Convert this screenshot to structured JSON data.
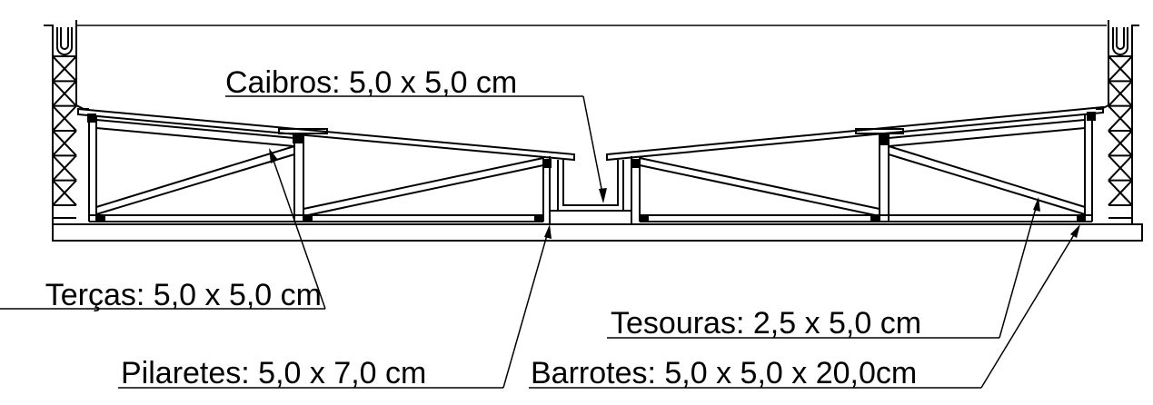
{
  "labels": {
    "caibros": "Caibros: 5,0 x 5,0 cm",
    "tercas": "Terças: 5,0 x 5,0 cm",
    "tesouras": "Tesouras: 2,5 x 5,0 cm",
    "pilaretes": "Pilaretes: 5,0 x 7,0 cm",
    "barrotes": "Barrotes: 5,0 x 5,0 x 20,0cm"
  },
  "colors": {
    "line": "#000000",
    "background": "#ffffff"
  }
}
